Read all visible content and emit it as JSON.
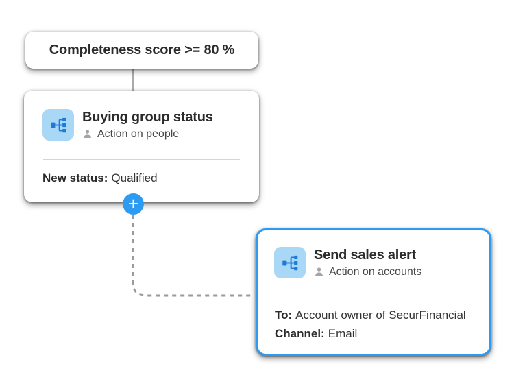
{
  "colors": {
    "accent": "#2E9BF2",
    "node_icon_bg": "#A9D7F6",
    "node_icon_glyph": "#1C7AD9",
    "connector": "#9A9A9A",
    "person_icon": "#A4A4A4",
    "title_text": "#2B2B2B",
    "body_text": "#333333"
  },
  "icons": {
    "node_icon": "org-hierarchy-icon",
    "subtitle_icon": "person-icon",
    "add_icon": "plus-icon"
  },
  "condition_node": {
    "title": "Completeness score >= 80 %"
  },
  "buying_group_node": {
    "title": "Buying group status",
    "subtitle": "Action on people",
    "details": [
      {
        "label": "New status:",
        "value": "Qualified"
      }
    ]
  },
  "add_button": {
    "label": "+"
  },
  "sales_alert_node": {
    "title": "Send sales alert",
    "subtitle": "Action on accounts",
    "selected": true,
    "details": [
      {
        "label": "To:",
        "value": "Account owner of SecurFinancial"
      },
      {
        "label": "Channel:",
        "value": "Email"
      }
    ]
  }
}
